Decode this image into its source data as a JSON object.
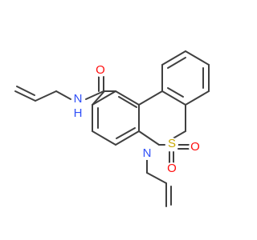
{
  "colors": {
    "bond": "#404040",
    "O": "#ff0d0d",
    "N": "#3050f8",
    "S": "#c8a800",
    "background": "#ffffff"
  },
  "atoms": {
    "o_carbonyl": "O",
    "nh": "N",
    "h": "H",
    "n_ring": "N",
    "s": "S",
    "o_s1": "O",
    "o_s2": "O"
  }
}
